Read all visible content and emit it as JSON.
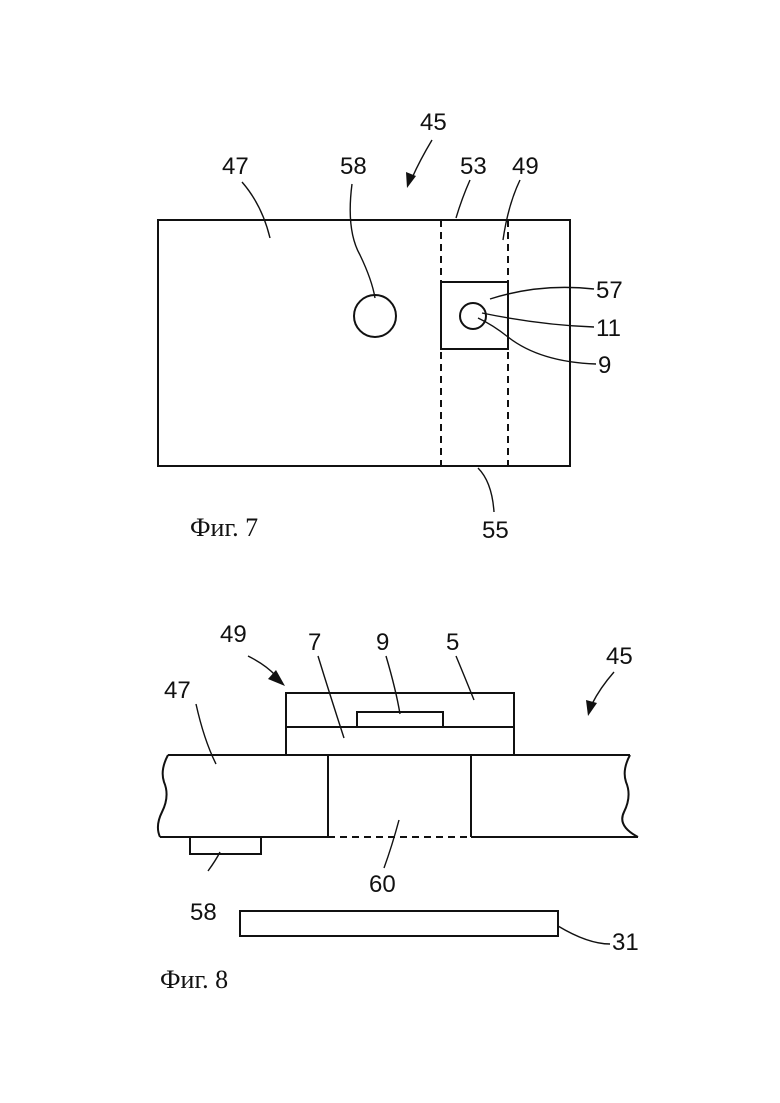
{
  "figure7": {
    "caption": "Фиг. 7",
    "labels": {
      "l45": "45",
      "l47": "47",
      "l58": "58",
      "l53": "53",
      "l49": "49",
      "l57": "57",
      "l11": "11",
      "l9": "9",
      "l55": "55"
    }
  },
  "figure8": {
    "caption": "Фиг. 8",
    "labels": {
      "l49": "49",
      "l7": "7",
      "l9": "9",
      "l5": "5",
      "l45": "45",
      "l47": "47",
      "l60": "60",
      "l58": "58",
      "l31": "31"
    }
  }
}
